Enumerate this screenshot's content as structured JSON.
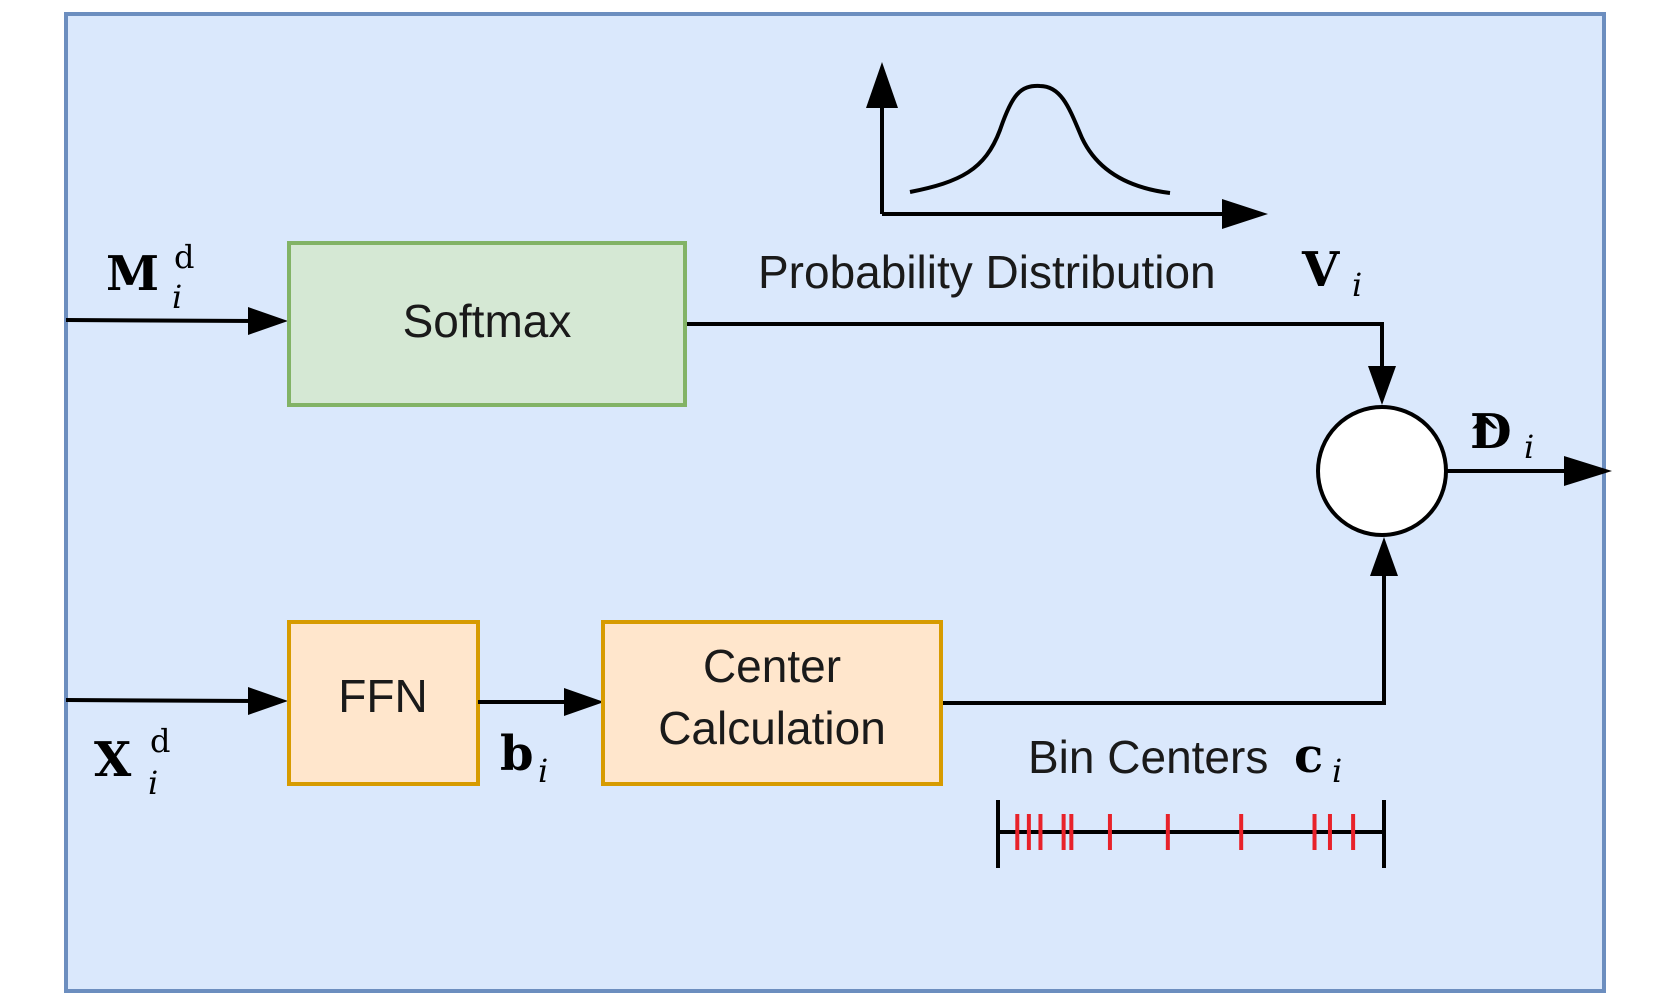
{
  "blocks": {
    "softmax": "Softmax",
    "ffn": "FFN",
    "center_line1": "Center",
    "center_line2": "Calculation"
  },
  "labels": {
    "probability_distribution": "Probability Distribution",
    "bin_centers": "Bin Centers"
  },
  "symbols": {
    "m": {
      "base": "M",
      "sub": "i",
      "sup": "d"
    },
    "x": {
      "base": "X",
      "sub": "i",
      "sup": "d"
    },
    "b": {
      "base": "b",
      "sub": "i"
    },
    "v": {
      "base": "V",
      "sub": "i"
    },
    "c": {
      "base": "c",
      "sub": "i"
    },
    "d": {
      "base": "D",
      "sub": "i",
      "accent": "^"
    }
  },
  "colors": {
    "panel_fill": "#dae8fc",
    "panel_border": "#6c8ebf",
    "softmax_fill": "#d5e8d4",
    "softmax_border": "#82b366",
    "orange_fill": "#ffe6cc",
    "orange_border": "#d79b00",
    "bin_tick": "#e8222a"
  },
  "bin_center_ticks": [
    0.05,
    0.08,
    0.11,
    0.17,
    0.19,
    0.29,
    0.44,
    0.63,
    0.82,
    0.86,
    0.92
  ]
}
